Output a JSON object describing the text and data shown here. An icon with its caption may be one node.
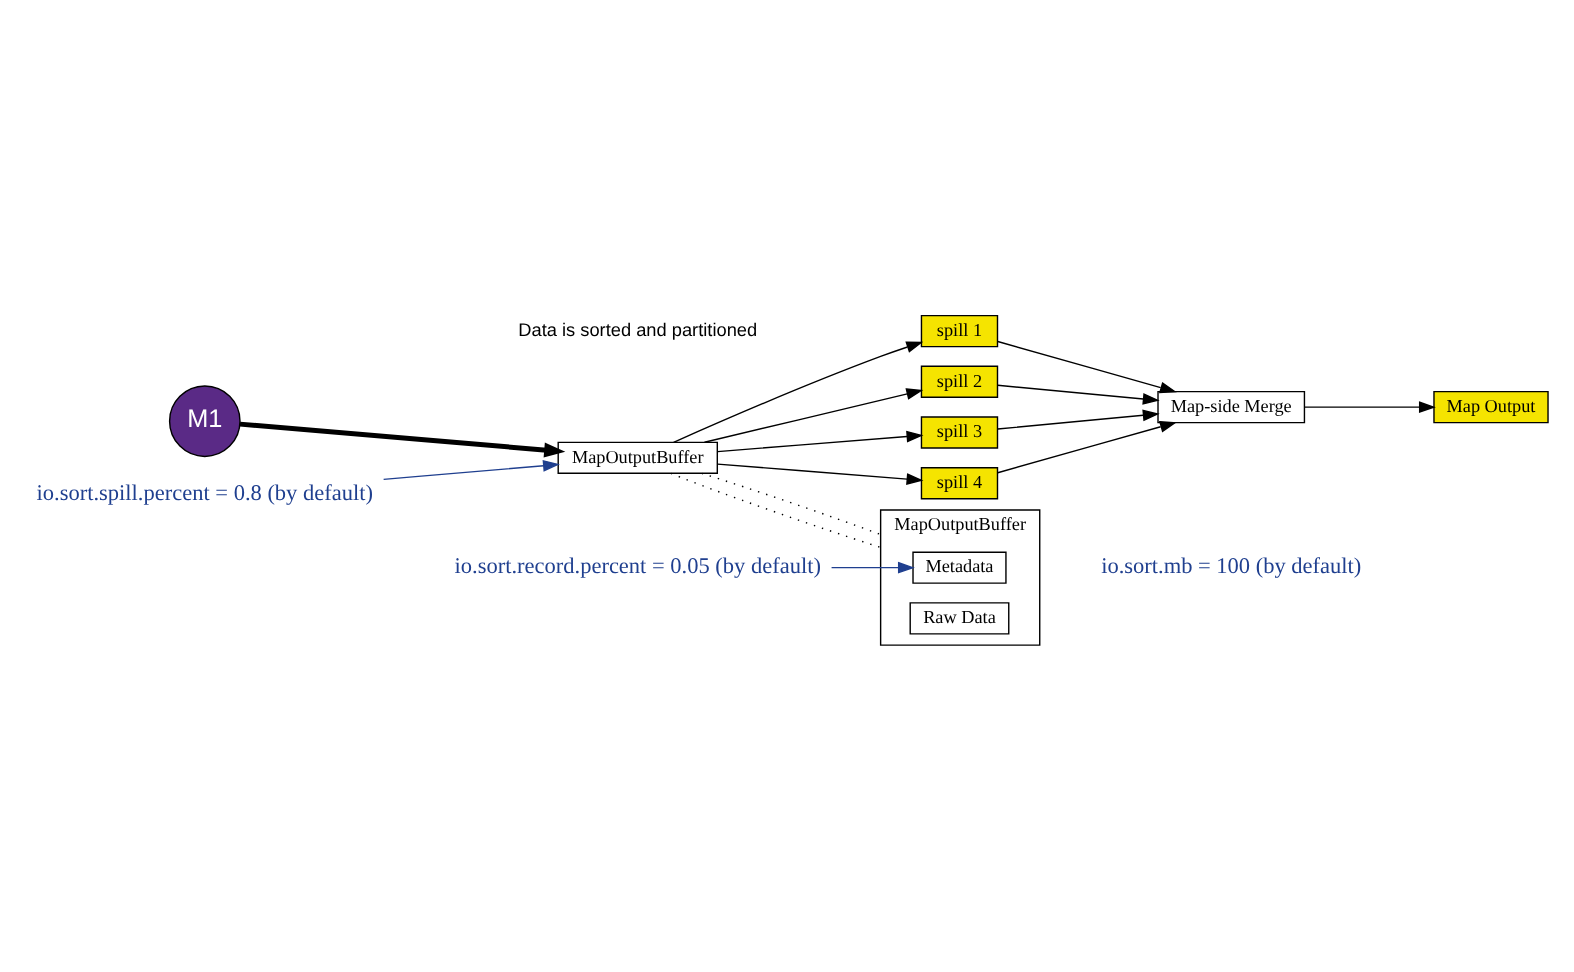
{
  "diagram": {
    "nodes": [
      {
        "text": [
          "M1"
        ]
      },
      {
        "text": [
          "MapOutputBuffer"
        ]
      },
      {
        "text": [
          "spill 1"
        ]
      },
      {
        "text": [
          "spill 2"
        ]
      },
      {
        "text": [
          "spill 3"
        ]
      },
      {
        "text": [
          "spill 4"
        ]
      },
      {
        "text": [
          "Map-side Merge"
        ]
      },
      {
        "text": [
          "Map Output"
        ]
      },
      {
        "text": [
          "MapOutputBuffer"
        ]
      },
      {
        "text": [
          "Metadata"
        ],
        "in": 8
      },
      {
        "text": [
          "Raw Data"
        ],
        "in": 8
      },
      {
        "text": [
          "io.sort.spill.percent = 0.8 (by default)"
        ]
      },
      {
        "text": [
          "io.sort.record.percent = 0.05 (by default)"
        ]
      }
    ],
    "edges": [
      {
        "from": 0,
        "to": 1,
        "arrow": "to",
        "style": "thick"
      },
      {
        "from": 1,
        "to": 2,
        "arrow": "to"
      },
      {
        "from": 1,
        "to": 3,
        "arrow": "to"
      },
      {
        "from": 1,
        "to": 4,
        "arrow": "to"
      },
      {
        "from": 1,
        "to": 5,
        "arrow": "to"
      },
      {
        "from": 2,
        "to": 6,
        "arrow": "to"
      },
      {
        "from": 3,
        "to": 6,
        "arrow": "to"
      },
      {
        "from": 4,
        "to": 6,
        "arrow": "to"
      },
      {
        "from": 5,
        "to": 6,
        "arrow": "to"
      },
      {
        "from": 6,
        "to": 7,
        "arrow": "to"
      },
      {
        "from": 1,
        "to": 8,
        "arrow": "none",
        "style": "dashed"
      },
      {
        "from": 1,
        "to": 8,
        "arrow": "none",
        "style": "dashed"
      },
      {
        "from": 11,
        "to": 1,
        "arrow": "to",
        "color": "#1f3f8f"
      },
      {
        "from": 12,
        "to": 9,
        "arrow": "to",
        "color": "#1f3f8f"
      }
    ],
    "labels": [
      "Data is sorted and partitioned",
      "io.sort.mb = 100 (by default)"
    ]
  }
}
